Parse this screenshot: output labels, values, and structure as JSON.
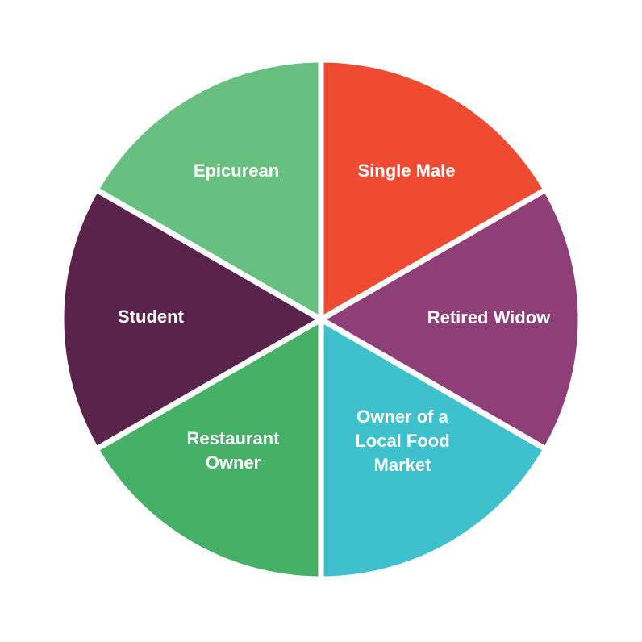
{
  "segments": [
    {
      "label_lines": [
        "Single Male"
      ],
      "color": "#ef4a32"
    },
    {
      "label_lines": [
        "Retired Widow"
      ],
      "color": "#8f3f77"
    },
    {
      "label_lines": [
        "Owner of a",
        "Local Food",
        "Market"
      ],
      "color": "#3ec1cc"
    },
    {
      "label_lines": [
        "Restaurant",
        "Owner"
      ],
      "color": "#45b066"
    },
    {
      "label_lines": [
        "Student"
      ],
      "color": "#5a234b"
    },
    {
      "label_lines": [
        "Epicurean"
      ],
      "color": "#67c07f"
    }
  ]
}
